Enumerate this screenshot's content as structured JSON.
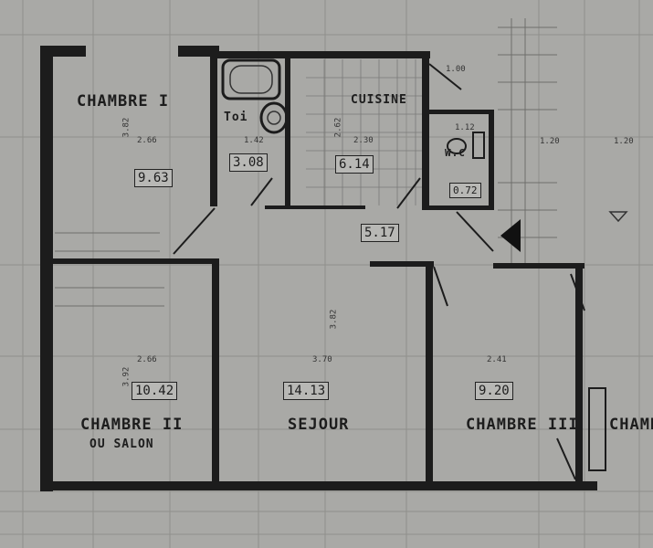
{
  "plan": {
    "rooms": [
      {
        "id": "chambre-1",
        "name": "CHAMBRE I",
        "area": "9.63",
        "width": "2.66",
        "depth": "3.82"
      },
      {
        "id": "toilette",
        "name": "Toi",
        "area": "3.08",
        "width": "1.42"
      },
      {
        "id": "cuisine",
        "name": "CUISINE",
        "area": "6.14",
        "width": "2.30",
        "depth": "2.62"
      },
      {
        "id": "wc",
        "name": "W.C",
        "area": "0.72",
        "width": "1.12"
      },
      {
        "id": "degagement",
        "name": "",
        "area": "5.17"
      },
      {
        "id": "chambre-2",
        "name": "CHAMBRE II",
        "subname": "OU SALON",
        "area": "10.42",
        "width": "2.66",
        "depth": "3.92"
      },
      {
        "id": "sejour",
        "name": "SEJOUR",
        "area": "14.13",
        "width": "3.70",
        "depth": "3.82"
      },
      {
        "id": "chambre-3",
        "name": "CHAMBRE III",
        "area": "9.20",
        "width": "2.41"
      },
      {
        "id": "chambre-4",
        "name": "CHAMBRE"
      }
    ],
    "dimensions": {
      "top_right": "1.00",
      "right_a": "1.20",
      "right_b": "1.20"
    },
    "colors": {
      "paper": "#a9a9a6",
      "wall": "#1a1a1a",
      "grid": "#8a8a88"
    }
  }
}
